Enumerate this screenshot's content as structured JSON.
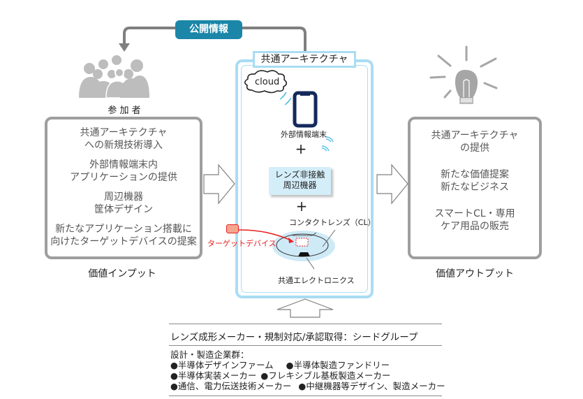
{
  "public_info": {
    "label": "公開情報",
    "color": "#1b86a8"
  },
  "participants": {
    "label": "参 加 者",
    "icon": "people-group-icon"
  },
  "input_box": {
    "items": [
      [
        "共通アーキテクチャ",
        "への新規技術導入"
      ],
      [
        "外部情報端末内",
        "アプリケーションの提供"
      ],
      [
        "周辺機器",
        "筐体デザイン"
      ],
      [
        "新たなアプリケーション搭載に",
        "向けたターゲットデバイスの提案"
      ]
    ],
    "caption": "価値インプット"
  },
  "architecture": {
    "title": "共通アーキテクチャ",
    "cloud_label": "cloud",
    "device_label": "外部情報端末",
    "plus": "+",
    "peripheral_label": [
      "レンズ非接触",
      "周辺機器"
    ],
    "contact_lens_label": "コンタクトレンズ（CL）",
    "target_device_label": "ターゲットデバイス",
    "electronics_label": "共通エレクトロニクス",
    "border_color": "#a9ddf3",
    "target_color": "#e82020"
  },
  "output_box": {
    "items": [
      [
        "共通アーキテクチャ",
        "の提供"
      ],
      [
        "新たな価値提案",
        "新たなビジネス"
      ],
      [
        "スマートCL・専用",
        "ケア用品の販売"
      ]
    ],
    "caption": "価値アウトプット",
    "icon": "light-bulb-icon"
  },
  "bottom": {
    "line1": "レンズ成形メーカー・規制対応/承認取得：シードグループ",
    "group_title": "設計・製造企業群：",
    "rows": [
      [
        "●半導体デザインファーム",
        "●半導体製造ファンドリー"
      ],
      [
        "●半導体実装メーカー",
        "●フレキシブル基板製造メーカー"
      ],
      [
        "●通信、電力伝送技術メーカー",
        "●中継機器等デザイン、製造メーカー"
      ]
    ]
  }
}
